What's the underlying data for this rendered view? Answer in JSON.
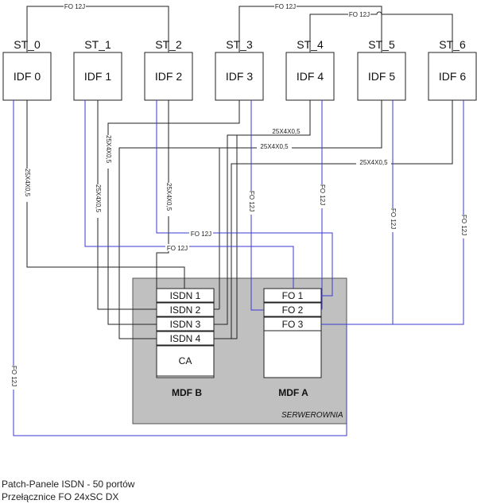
{
  "stations": [
    {
      "st": "ST_0",
      "idf": "IDF 0"
    },
    {
      "st": "ST_1",
      "idf": "IDF 1"
    },
    {
      "st": "ST_2",
      "idf": "IDF 2"
    },
    {
      "st": "ST_3",
      "idf": "IDF 3"
    },
    {
      "st": "ST_4",
      "idf": "IDF 4"
    },
    {
      "st": "ST_5",
      "idf": "IDF 5"
    },
    {
      "st": "ST_6",
      "idf": "IDF 6"
    }
  ],
  "cable_labels": {
    "fo_top_0_2": "FO 12J",
    "fo_top_3_5": "FO 12J",
    "fo_top_4_6": "FO 12J",
    "copper_idf4": "25X4X0,5",
    "copper_idf5": "25X4X0,5",
    "copper_idf6": "25X4X0,5",
    "copper_idf0": "25X4X0,5",
    "copper_idf1": "25X4X0,5",
    "copper_idf1_b": "25X4X0,5",
    "copper_idf2": "25X4X0,5",
    "fo_idf2": "FO 12J",
    "fo_idf1": "FO 12J",
    "fo_idf3": "FO 12J",
    "fo_idf4": "FO 12J",
    "fo_idf5": "FO 12J",
    "fo_idf6": "FO 12J",
    "fo_idf0": "FO 12J"
  },
  "mdf_b": {
    "title": "MDF B",
    "panels": [
      "ISDN 1",
      "ISDN 2",
      "ISDN 3",
      "ISDN 4"
    ],
    "ca_label": "CA"
  },
  "mdf_a": {
    "title": "MDF A",
    "panels": [
      "FO 1",
      "FO 2",
      "FO 3"
    ]
  },
  "server_room": "SERWEROWNIA",
  "legend": {
    "line1": "Patch-Panele ISDN - 50 portów",
    "line2": "Przełącznice FO 24xSC DX"
  },
  "colors": {
    "copper_cable": "#222222",
    "fiber_cable": "#3a3ad0",
    "server_room_fill": "#c0c0c0"
  }
}
